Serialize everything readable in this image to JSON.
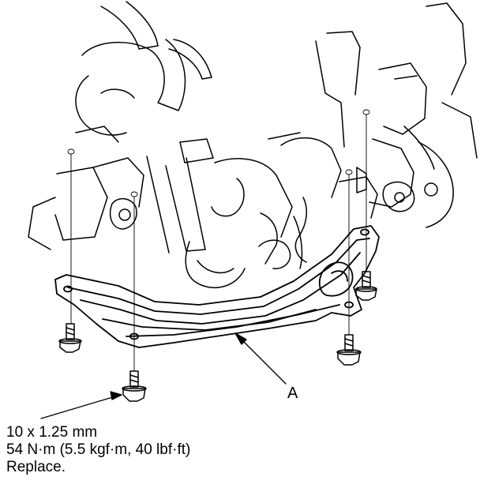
{
  "callout": {
    "letter": "A"
  },
  "spec": {
    "bolt_size": "10 x 1.25 mm",
    "torque": "54 N·m (5.5 kgf·m, 40 lbf·ft)",
    "note": "Replace."
  },
  "colors": {
    "line": "#000000",
    "background": "#ffffff"
  }
}
